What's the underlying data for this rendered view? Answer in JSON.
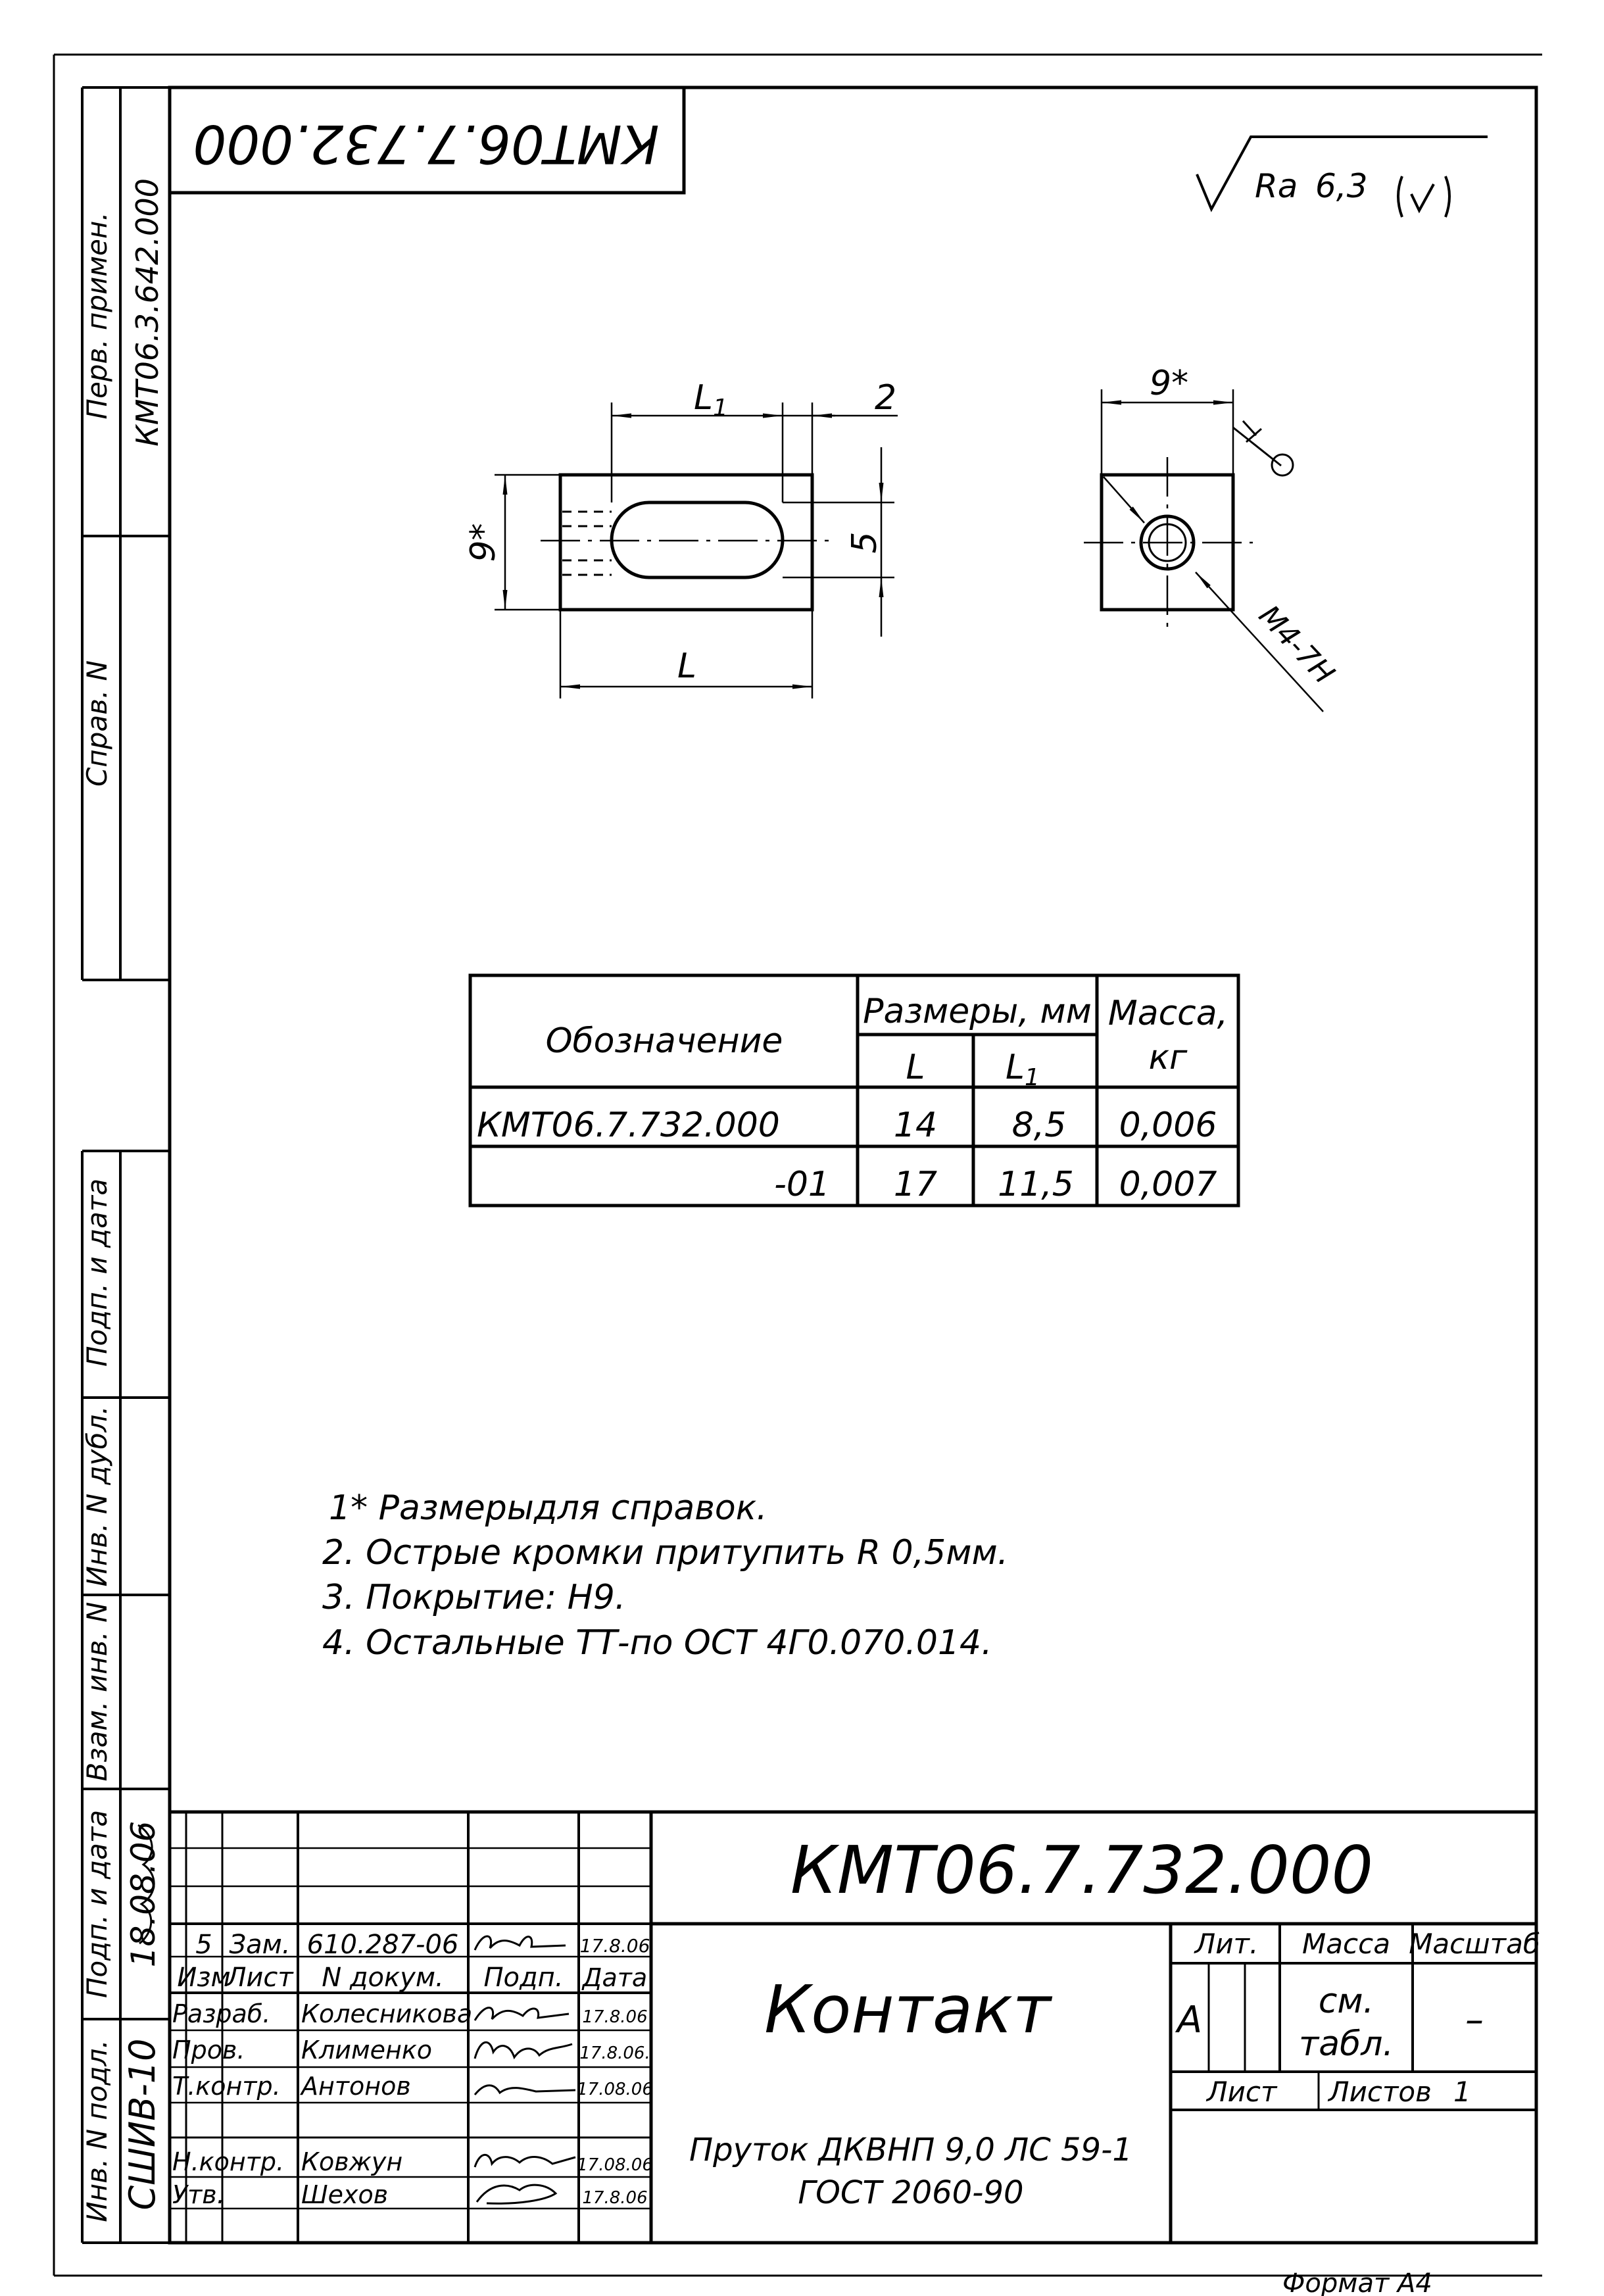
{
  "top_stamp": "КМТ06.7.732.000",
  "roughness": {
    "prefix": "Ra",
    "value": "6,3"
  },
  "left_strip": {
    "perv_primen": "Перв. примен.",
    "perv_primen_value": "КМТ06.3.642.000",
    "sprav": "Справ. N",
    "podp_data": "Подп. и дата",
    "inv_dubl": "Инв. N дубл.",
    "vzam_inv": "Взам. инв. N",
    "podp_data_2": "Подп. и дата",
    "podp_data_2_value": "18.08.06",
    "inv_podl": "Инв. N подл.",
    "inv_podl_value": "СШИВ-10"
  },
  "drawing": {
    "dim_L1": "L",
    "dim_L1_sub": "1",
    "dim_2": "2",
    "dim_9_left": "9*",
    "dim_5": "5",
    "dim_L": "L",
    "dim_9_right": "9*",
    "thread": "М4-7Н"
  },
  "table": {
    "header_designation": "Обозначение",
    "header_sizes": "Размеры, мм",
    "header_mass_1": "Масса,",
    "header_mass_2": "кг",
    "col_L": "L",
    "col_L1": "L",
    "col_L1_sub": "1",
    "rows": [
      {
        "designation": "КМТ06.7.732.000",
        "L": "14",
        "L1": "8,5",
        "mass": "0,006"
      },
      {
        "designation": "-01",
        "L": "17",
        "L1": "11,5",
        "mass": "0,007"
      }
    ]
  },
  "notes": [
    "1* Размерыдля справок.",
    "2. Острые кромки притупить R 0,5мм.",
    "3. Покрытие: Н9.",
    "4. Остальные ТТ-по ОСТ 4Г0.070.014."
  ],
  "title_block": {
    "code": "КМТ06.7.732.000",
    "name": "Контакт",
    "material_1": "Пруток ДКВНП 9,0 ЛС 59-1",
    "material_2": "ГОСТ 2060-90",
    "lit": "Лит.",
    "massa": "Масса",
    "masshtab": "Масштаб",
    "lit_value": "А",
    "massa_value_1": "см.",
    "massa_value_2": "табл.",
    "masshtab_value": "–",
    "list": "Лист",
    "listov": "Листов",
    "listov_value": "1",
    "change_row": {
      "izm": "5",
      "list": "Зам.",
      "doc": "610.287-06",
      "date": "17.8.06"
    },
    "header_row": {
      "izm": "Изм",
      "list": "Лист",
      "doc": "N докум.",
      "podp": "Подп.",
      "date": "Дата"
    },
    "people": [
      {
        "role": "Разраб.",
        "name": "Колесникова",
        "date": "17.8.06"
      },
      {
        "role": "Пров.",
        "name": "Клименко",
        "date": "17.8.06."
      },
      {
        "role": "Т.контр.",
        "name": "Антонов",
        "date": "17.08.06"
      },
      {
        "role": "",
        "name": "",
        "date": ""
      },
      {
        "role": "Н.контр.",
        "name": "Ковжун",
        "date": "17.08.06"
      },
      {
        "role": "Утв.",
        "name": "Шехов",
        "date": "17.8.06"
      }
    ]
  },
  "format_label": "Формат А4"
}
